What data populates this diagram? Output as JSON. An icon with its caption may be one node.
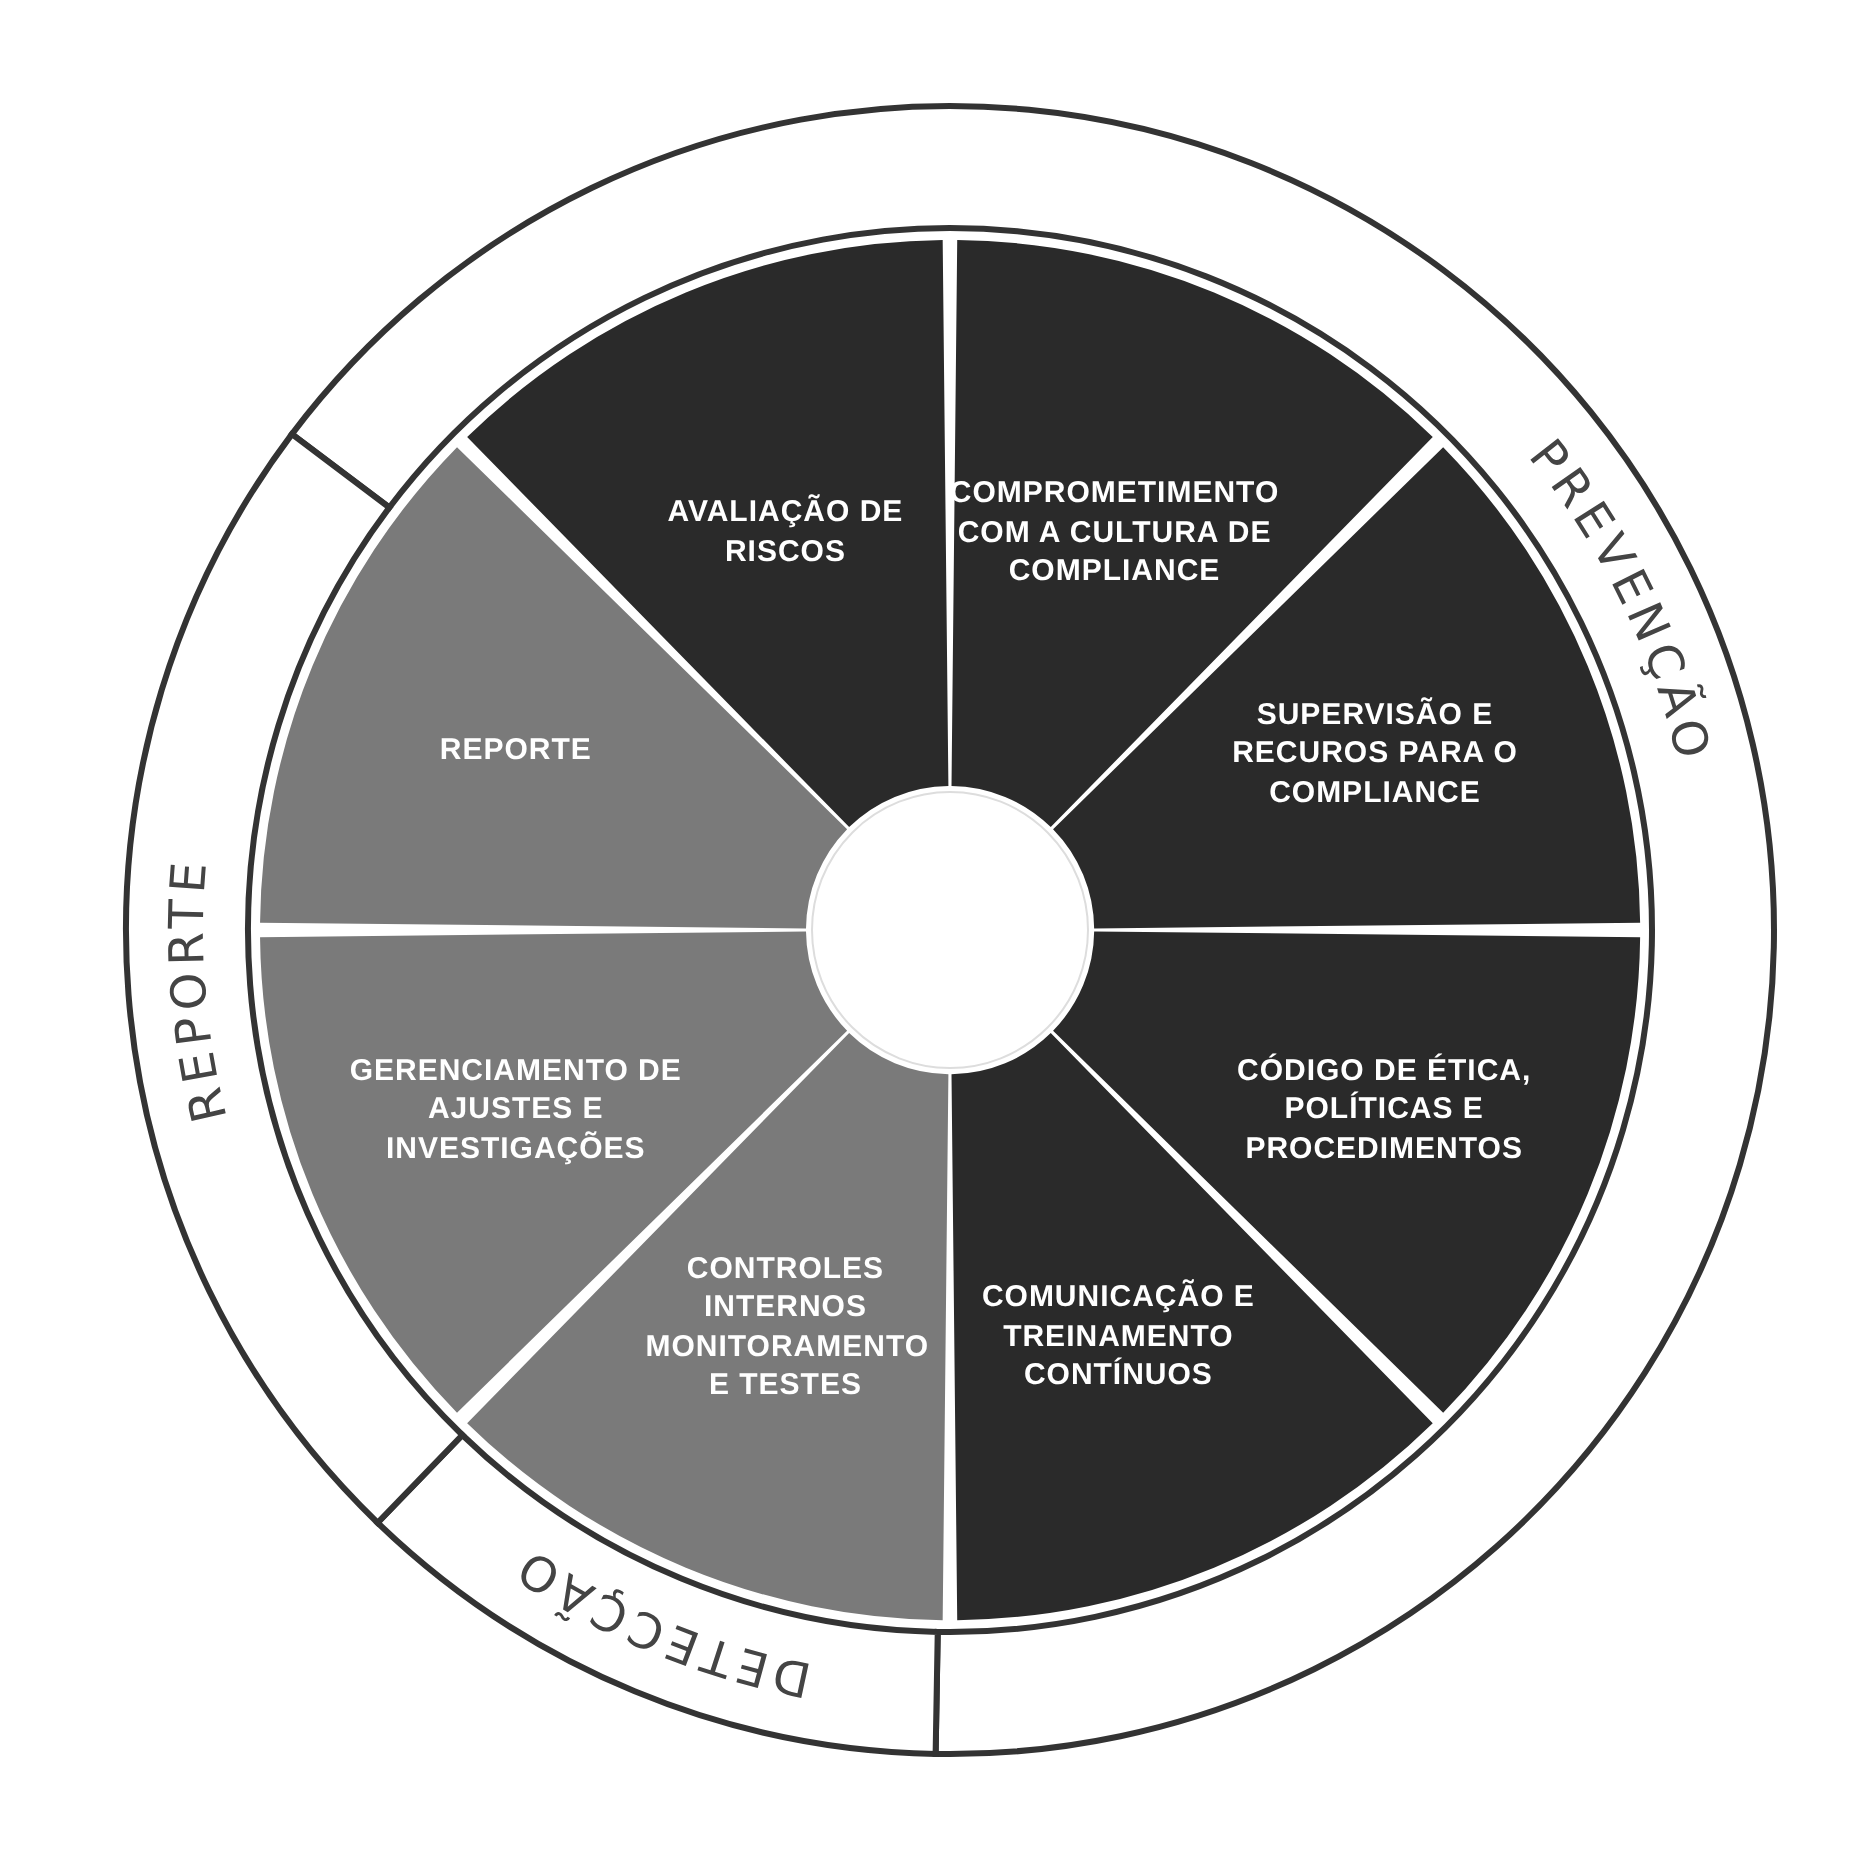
{
  "diagram": {
    "nodes": [
      {
        "text": [
          "PREVENÇÃO"
        ]
      },
      {
        "text": [
          "DETECÇÃO"
        ]
      },
      {
        "text": [
          "REPORTE"
        ]
      },
      {
        "text": [
          "AVALIAÇÃO DE RISCOS"
        ]
      },
      {
        "text": [
          "COMPROMETIMENTO COM A CULTURA DE COMPLIANCE"
        ]
      },
      {
        "text": [
          "SUPERVISÃO E RECUROS PARA O COMPLIANCE"
        ]
      },
      {
        "text": [
          "CÓDIGO DE ÉTICA, POLÍTICAS E PROCEDIMENTOS"
        ]
      },
      {
        "text": [
          "COMUNICAÇÃO E TREINAMENTO CONTÍNUOS"
        ]
      },
      {
        "text": [
          "CONTROLES INTERNOS MONITORAMENTO E TESTES"
        ]
      },
      {
        "text": [
          "GERENCIAMENTO DE AJUSTES E INVESTIGAÇÕES"
        ]
      },
      {
        "text": [
          "REPORTE"
        ]
      },
      {
        "text": [],
        "shape": "circle"
      }
    ],
    "edges": []
  }
}
